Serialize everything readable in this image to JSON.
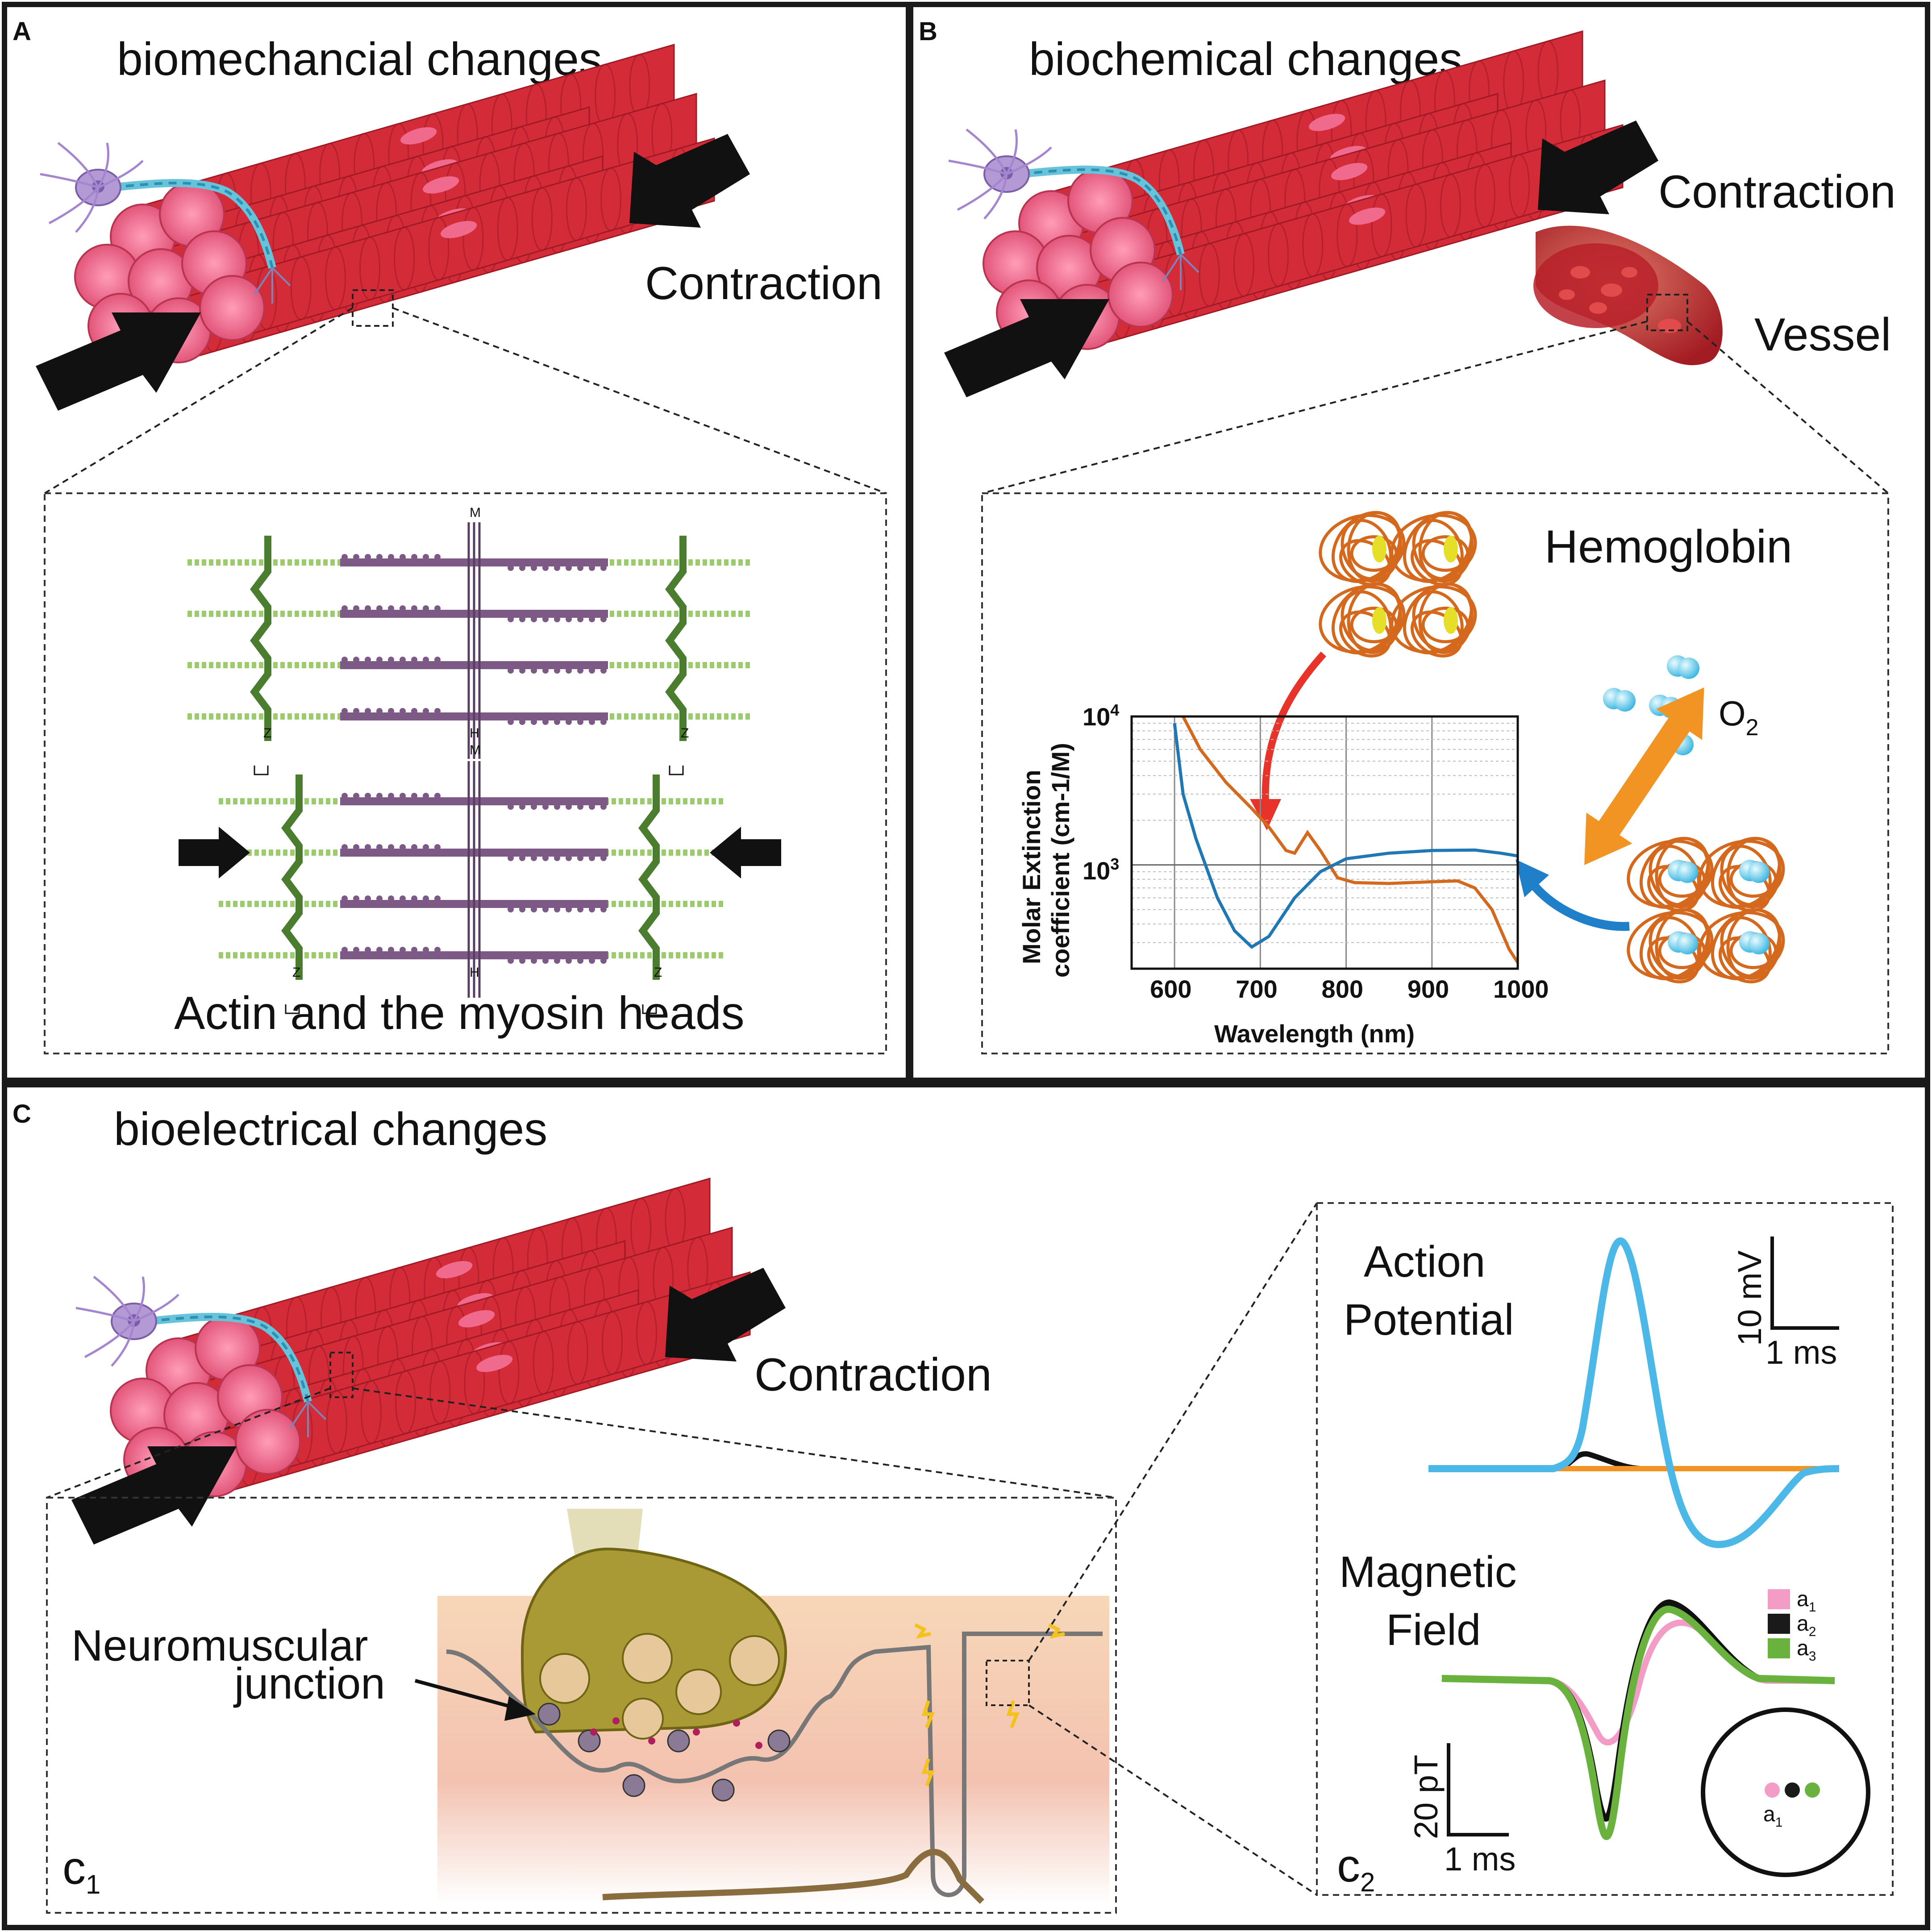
{
  "panels": {
    "a": {
      "letter": "A",
      "title": "biomechancial changes",
      "contraction": "Contraction",
      "inset_caption": "Actin and the myosin heads",
      "sarcomere_labels": {
        "m": "M",
        "h": "H",
        "z": "Z"
      }
    },
    "b": {
      "letter": "B",
      "title": "biochemical changes",
      "contraction": "Contraction",
      "vessel": "Vessel",
      "hemoglobin": "Hemoglobin",
      "o2": "O",
      "o2_sub": "2"
    },
    "c": {
      "letter": "C",
      "title": "bioelectrical changes",
      "contraction": "Contraction",
      "nmj_line1": "Neuromuscular",
      "nmj_line2": "junction",
      "c1": "c",
      "c1_sub": "1",
      "c2": "c",
      "c2_sub": "2",
      "ap_line1": "Action",
      "ap_line2": "Potential",
      "mf_line1": "Magnetic",
      "mf_line2": "Field",
      "scale_mv": "10 mV",
      "scale_ms": "1 ms",
      "scale_pt": "20 pT",
      "legend": [
        {
          "label": "a",
          "sub": "1",
          "color": "#f29cc6"
        },
        {
          "label": "a",
          "sub": "2",
          "color": "#1a1a1a"
        },
        {
          "label": "a",
          "sub": "3",
          "color": "#6ab23e"
        }
      ],
      "sensor_label": "a",
      "sensor_sub": "1"
    }
  },
  "colors": {
    "muscle": "#d42b38",
    "muscle_dark": "#9e1a25",
    "nucleus": "#f06a8e",
    "actin": "#9ccb6e",
    "zline": "#4a7d2d",
    "myosin": "#7d5a86",
    "hb_oxy": "#d4691e",
    "hb_deoxy": "#1f77b4",
    "ap": "#4cb8e8",
    "red_arrow": "#e8332a",
    "orange_arrow": "#f29423",
    "blue_arrow": "#1f7fc8"
  },
  "chart_data": {
    "type": "line",
    "xlabel": "Wavelength (nm)",
    "ylabel_line1": "Molar Extinction",
    "ylabel_line2": "coefficient (cm-1/M)",
    "xlim": [
      550,
      1000
    ],
    "ylim": [
      200,
      10000
    ],
    "yscale": "log",
    "grid": true,
    "x_ticks": [
      600,
      700,
      800,
      900,
      1000
    ],
    "y_tick_base": "10",
    "y_tick_exps": [
      "4",
      "3"
    ],
    "series": [
      {
        "color": "#d4691e",
        "points": [
          [
            610,
            10000
          ],
          [
            630,
            6000
          ],
          [
            660,
            3600
          ],
          [
            690,
            2400
          ],
          [
            710,
            1800
          ],
          [
            730,
            1250
          ],
          [
            740,
            1200
          ],
          [
            755,
            1650
          ],
          [
            770,
            1250
          ],
          [
            790,
            820
          ],
          [
            810,
            760
          ],
          [
            850,
            750
          ],
          [
            900,
            770
          ],
          [
            930,
            780
          ],
          [
            950,
            700
          ],
          [
            970,
            500
          ],
          [
            990,
            270
          ],
          [
            1000,
            220
          ]
        ]
      },
      {
        "color": "#1f77b4",
        "points": [
          [
            600,
            9000
          ],
          [
            610,
            3000
          ],
          [
            625,
            1500
          ],
          [
            650,
            600
          ],
          [
            670,
            360
          ],
          [
            690,
            280
          ],
          [
            710,
            330
          ],
          [
            740,
            600
          ],
          [
            770,
            900
          ],
          [
            800,
            1100
          ],
          [
            850,
            1200
          ],
          [
            900,
            1250
          ],
          [
            950,
            1260
          ],
          [
            980,
            1200
          ],
          [
            1000,
            1150
          ]
        ]
      }
    ]
  }
}
